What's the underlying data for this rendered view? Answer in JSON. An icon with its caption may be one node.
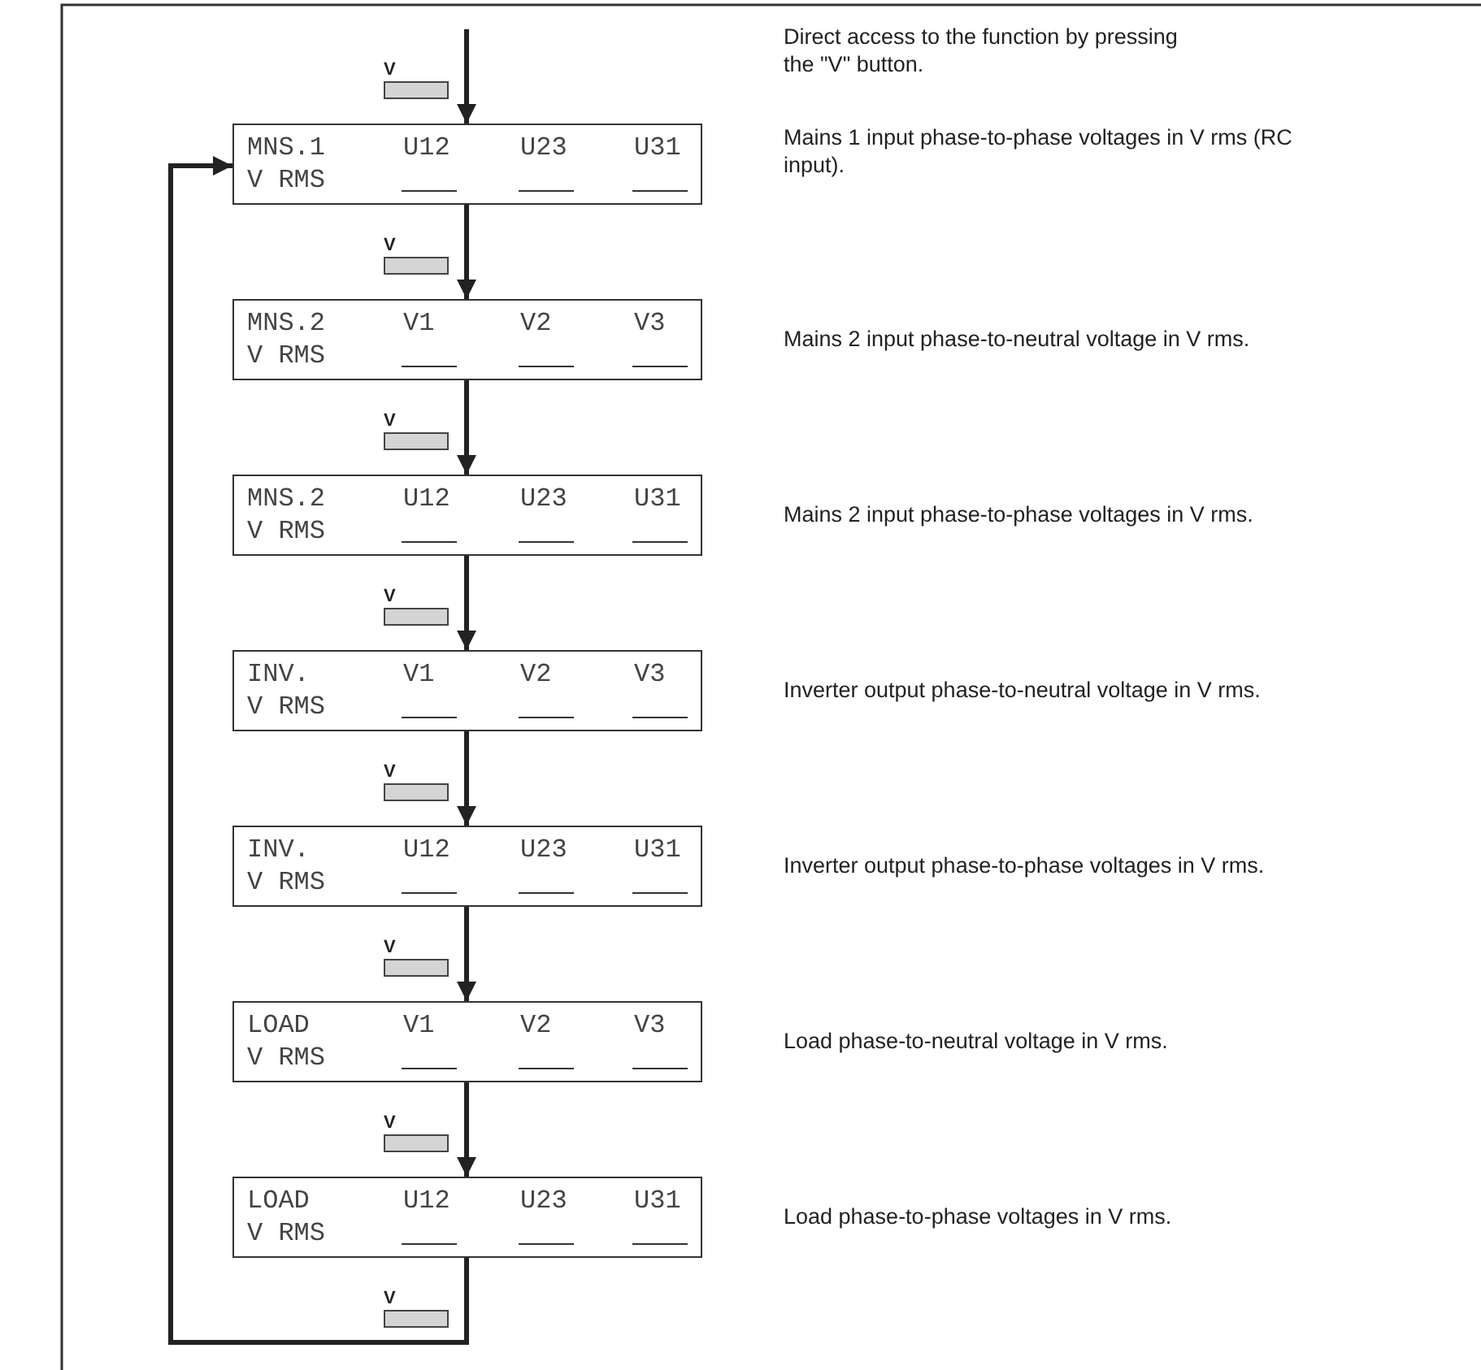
{
  "diagram": {
    "nodes": [
      {
        "text": [
          "MNS.1",
          "U12",
          "U23",
          "U31",
          "V RMS"
        ],
        "beside": [
          "Mains 1 input phase-to-phase voltages in V rms (RC input)."
        ]
      },
      {
        "text": [
          "MNS.2",
          "V1",
          "V2",
          "V3",
          "V RMS"
        ],
        "beside": [
          "Mains 2 input phase-to-neutral voltage in V rms."
        ]
      },
      {
        "text": [
          "MNS.2",
          "U12",
          "U23",
          "U31",
          "V RMS"
        ],
        "beside": [
          "Mains 2 input phase-to-phase voltages in V rms."
        ]
      },
      {
        "text": [
          "INV.",
          "V1",
          "V2",
          "V3",
          "V RMS"
        ],
        "beside": [
          "Inverter output phase-to-neutral voltage in V rms."
        ]
      },
      {
        "text": [
          "INV.",
          "U12",
          "U23",
          "U31",
          "V RMS"
        ],
        "beside": [
          "Inverter output phase-to-phase voltages in V rms."
        ]
      },
      {
        "text": [
          "LOAD",
          "V1",
          "V2",
          "V3",
          "V RMS"
        ],
        "beside": [
          "Load phase-to-neutral voltage in V rms."
        ]
      },
      {
        "text": [
          "LOAD",
          "U12",
          "U23",
          "U31",
          "V RMS"
        ],
        "beside": [
          "Load phase-to-phase voltages in V rms."
        ]
      }
    ],
    "edges": [
      {
        "from": null,
        "to": 0,
        "arrow": "to"
      },
      {
        "from": 0,
        "to": 1,
        "arrow": "to"
      },
      {
        "from": 1,
        "to": 2,
        "arrow": "to"
      },
      {
        "from": 2,
        "to": 3,
        "arrow": "to"
      },
      {
        "from": 3,
        "to": 4,
        "arrow": "to"
      },
      {
        "from": 4,
        "to": 5,
        "arrow": "to"
      },
      {
        "from": 5,
        "to": 6,
        "arrow": "to"
      },
      {
        "from": 6,
        "to": 0,
        "arrow": "to"
      }
    ],
    "labels": [
      "Direct access to the function by pressing the \"V\" button.",
      "V",
      "V",
      "V",
      "V",
      "V",
      "V",
      "V",
      "V"
    ]
  }
}
